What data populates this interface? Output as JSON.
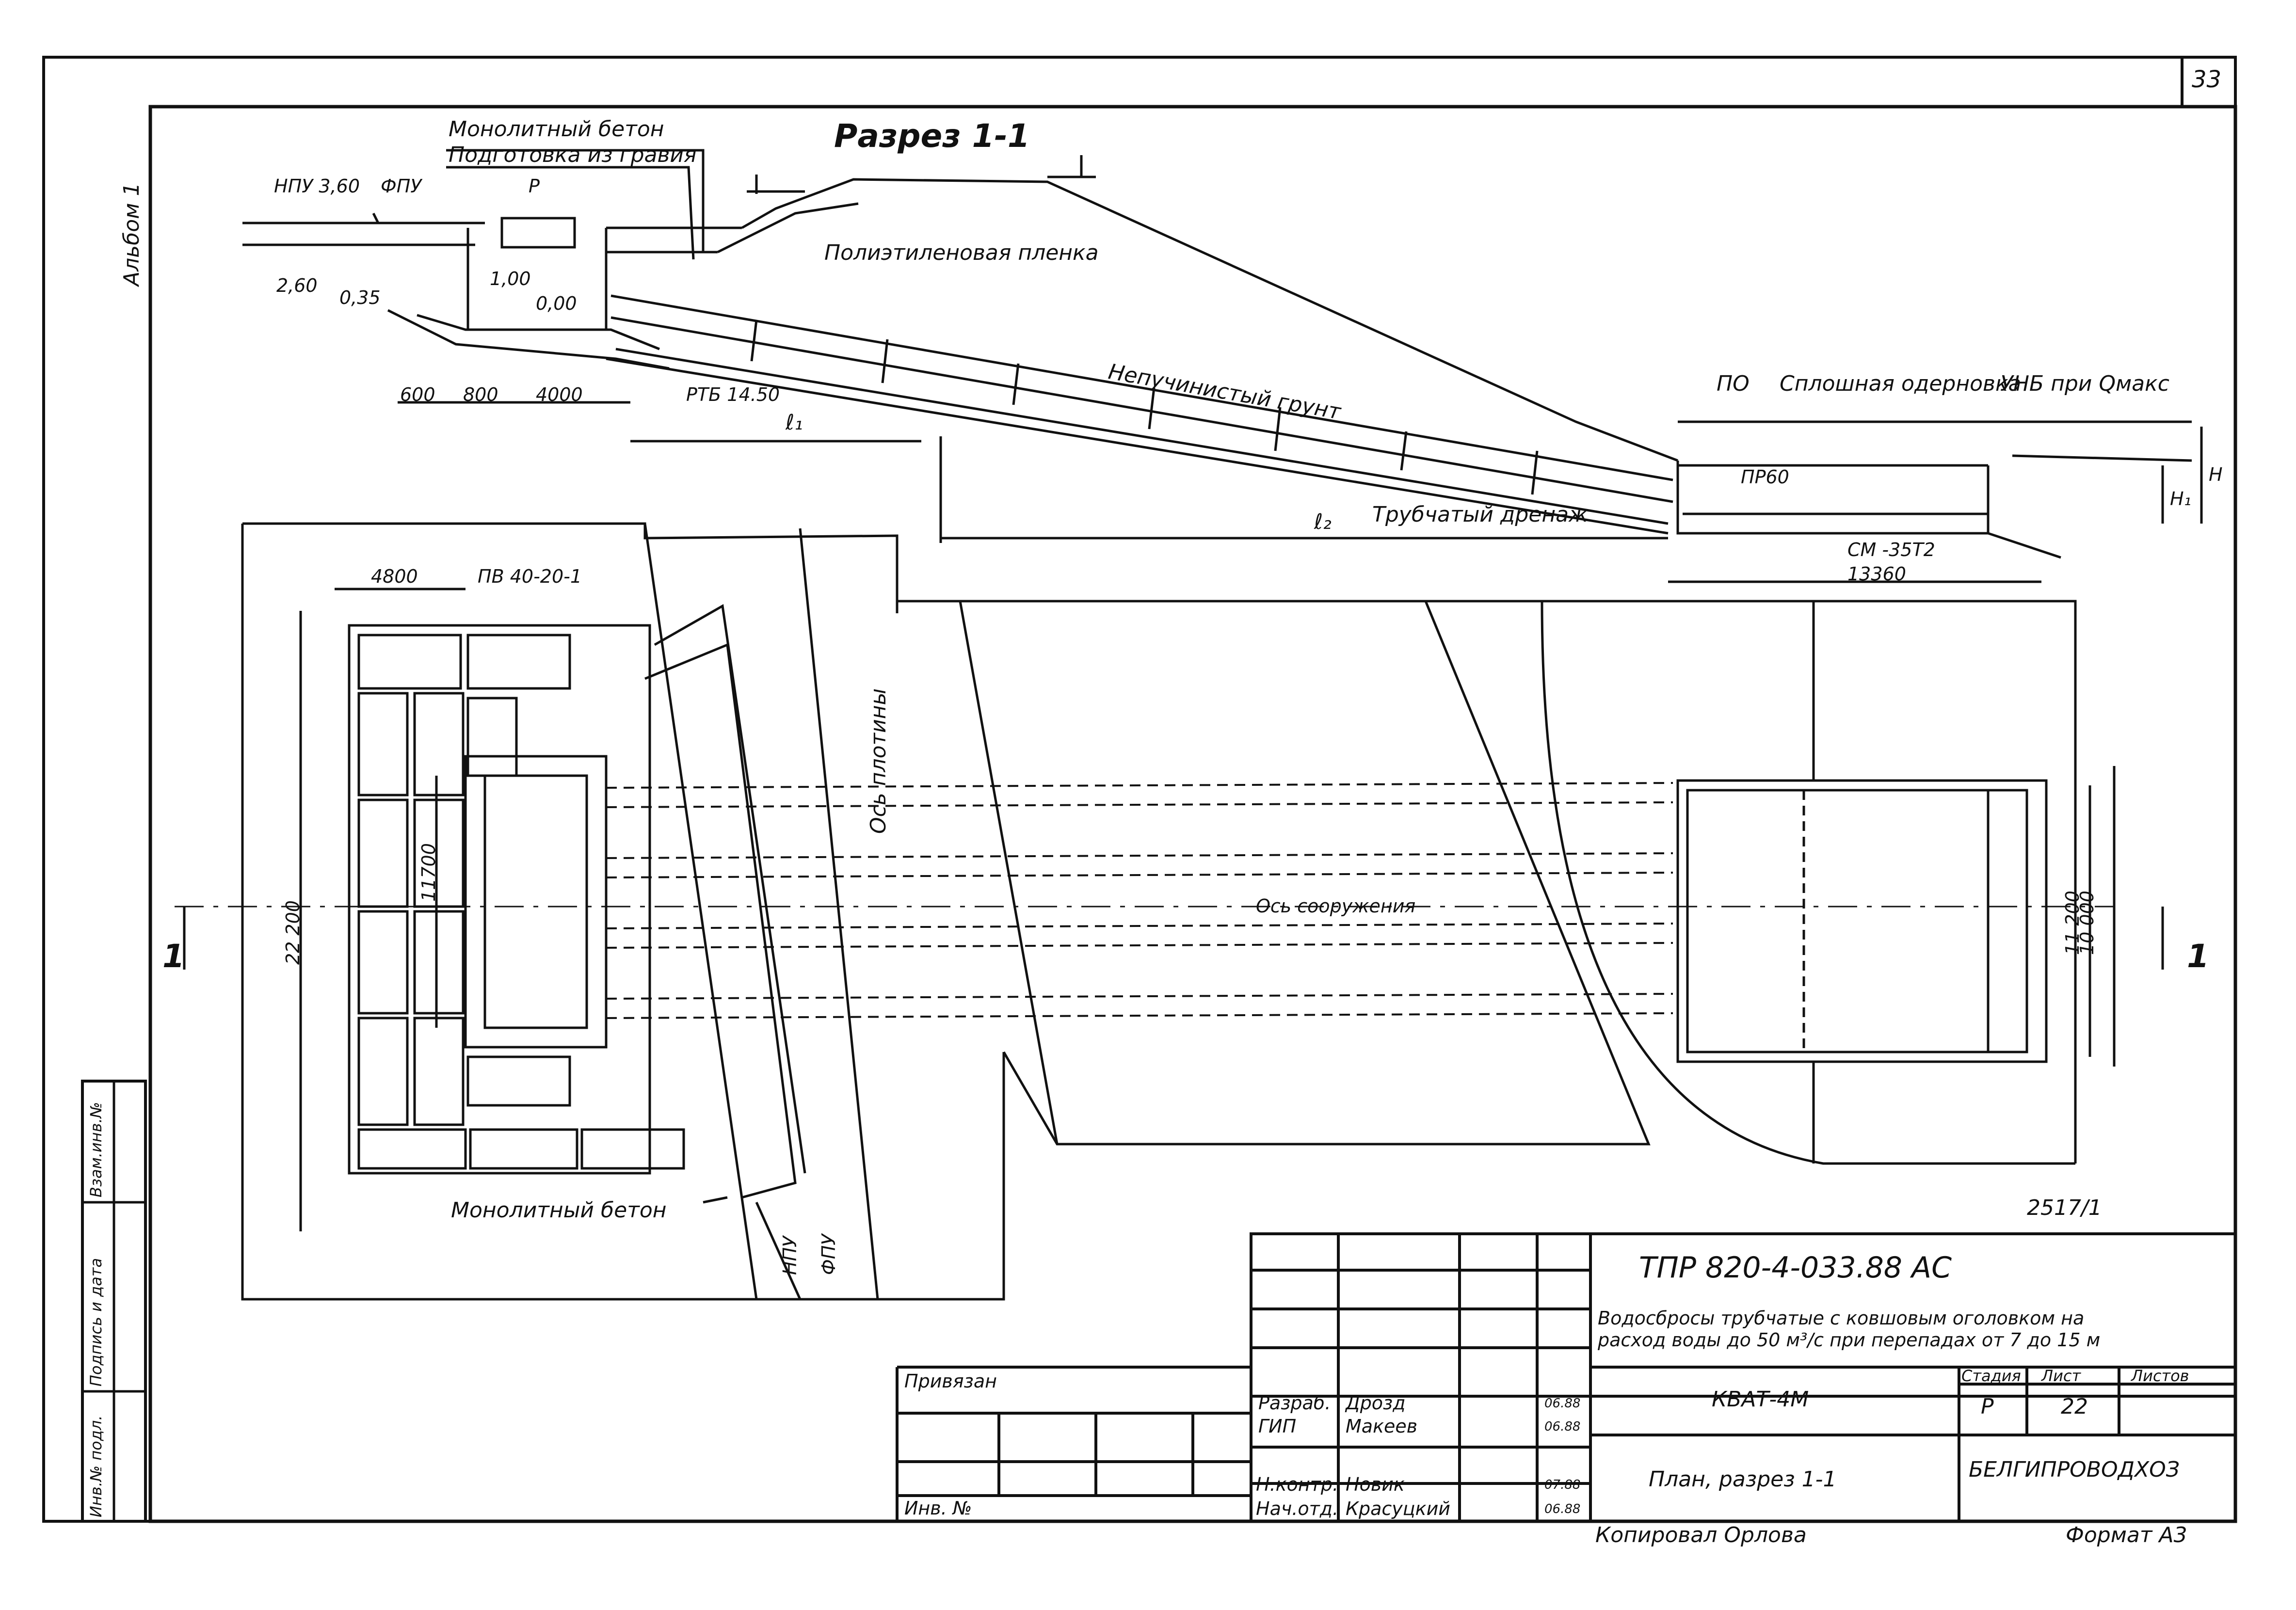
{
  "sheet_number": "33",
  "album": "Альбом 1",
  "section_title": "Разрез 1-1",
  "section_labels": {
    "monolithic_concrete": "Монолитный бетон",
    "gravel_prep": "Подготовка из гравия",
    "npu": "НПУ 3,60",
    "fpu": "ФПУ",
    "p": "Р",
    "elev_260": "2,60",
    "elev_035": "0,35",
    "elev_100": "1,00",
    "elev_000": "0,00",
    "dim_600": "600",
    "dim_800": "800",
    "dim_4000": "4000",
    "rtb": "РТБ 14.50",
    "l1": "ℓ₁",
    "l2": "ℓ₂",
    "poly_film": "Полиэтиленовая пленка",
    "nonheaving_soil": "Непучинистый грунт",
    "po": "ПО",
    "sod": "Сплошная одерновка",
    "unb": "УНБ при Qмакс",
    "pr60": "ПР60",
    "tube_drain": "Трубчатый дренаж",
    "cm": "СМ -35Т2",
    "dim_13360": "13360",
    "h1": "H₁",
    "h": "H"
  },
  "plan_labels": {
    "dim_4800": "4800",
    "pv": "ПВ 40-20-1",
    "dim_22200": "22 200",
    "dim_11700": "11700",
    "dam_axis": "Ось плотины",
    "structure_axis": "Ось сооружения",
    "npu": "НПУ",
    "fpu": "ФПУ",
    "monolithic_concrete": "Монолитный бетон",
    "dim_10000": "10 000",
    "dim_11200": "11 200",
    "section_mark_left": "1",
    "section_mark_right": "1",
    "ref_note": "2517/1"
  },
  "side_stamp": {
    "inv_podl": "Инв.№ подл.",
    "sign_date": "Подпись и дата",
    "vzam_inv": "Взам.инв.№"
  },
  "title_block": {
    "code": "ТПР 820-4-033.88   АС",
    "description_line1": "Водосбросы трубчатые с ковшовым оголовком на",
    "description_line2": "расход воды до 50 м³/с при перепадах от 7 до 15 м",
    "project": "КВАТ-4М",
    "sheet_name": "План, разрез 1-1",
    "organization": "БЕЛГИПРОВОДХОЗ",
    "stage_label": "Стадия",
    "sheet_label": "Лист",
    "sheets_label": "Листов",
    "stage": "Р",
    "sheet": "22",
    "privyazan": "Привязан",
    "inv_no": "Инв. №",
    "roles": [
      {
        "role": "Разраб.",
        "name": "Дрозд",
        "date": "06.88"
      },
      {
        "role": "ГИП",
        "name": "Макеев",
        "date": "06.88"
      },
      {
        "role": "Н.контр.",
        "name": "Новик",
        "date": "07.88"
      },
      {
        "role": "Нач.отд.",
        "name": "Красуцкий",
        "date": "06.88"
      }
    ]
  },
  "footer": {
    "copied": "Копировал Орлова",
    "format": "Формат А3"
  }
}
